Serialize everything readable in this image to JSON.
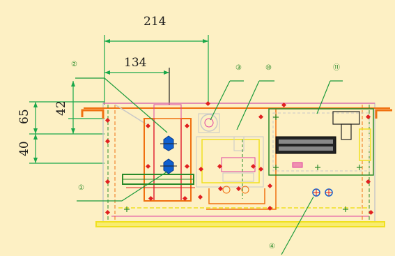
{
  "dimensions": {
    "d214": "214",
    "d134": "134",
    "d65": "65",
    "d42": "42",
    "d40": "40"
  },
  "callouts": {
    "c1": "①",
    "c2": "②",
    "c3": "③",
    "c4": "④",
    "c10": "⑩",
    "c11": "⑪"
  },
  "colors": {
    "background": "#fdf0c4",
    "dimension_line": "#1aa84a",
    "leader_line": "#1a9a3a",
    "red_mark": "#e02020",
    "orange_part": "#f07010",
    "yellow_part": "#f0e020",
    "magenta_part": "#e040a0",
    "blue_part": "#1060d0",
    "frame_gray": "#c8c8c8"
  }
}
